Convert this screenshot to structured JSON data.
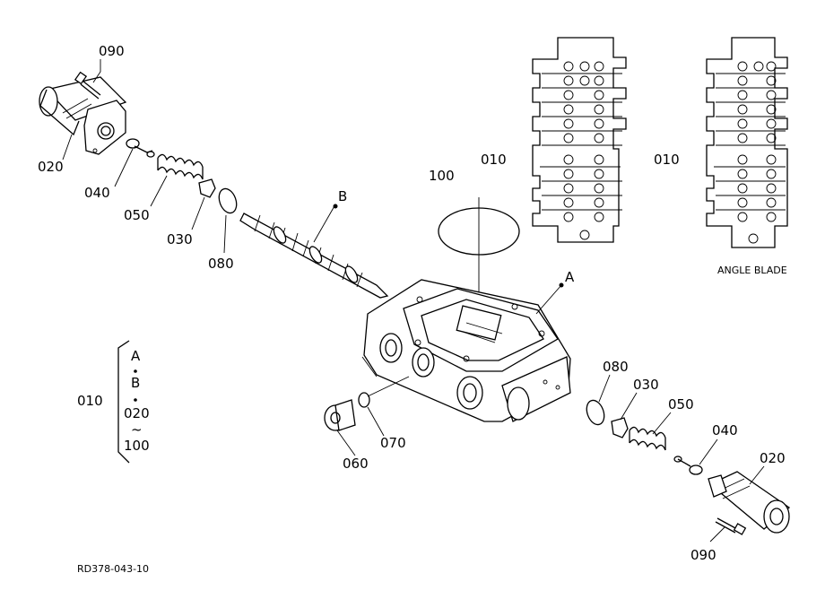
{
  "labels": {
    "p090_top": "090",
    "p020_top": "020",
    "p040_top": "040",
    "p050_top": "050",
    "p030_top": "030",
    "p080_top": "080",
    "spool_ref": "B",
    "p100": "100",
    "body_ref": "A",
    "p060": "060",
    "p070": "070",
    "p080_right": "080",
    "p030_right": "030",
    "p050_right": "050",
    "p040_right": "040",
    "p020_right": "020",
    "p090_right": "090",
    "valve_left": "010",
    "valve_right": "010",
    "angle_blade": "ANGLE BLADE",
    "ref_code": "RD378-043-10"
  },
  "legend": {
    "number": "010",
    "line1": "A",
    "line2": "B",
    "line3": "020",
    "line4": "~",
    "line5": "100"
  }
}
